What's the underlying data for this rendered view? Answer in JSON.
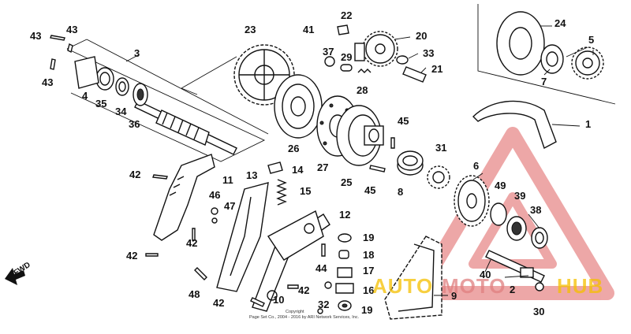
{
  "callouts": [
    {
      "id": "c1",
      "label": "1"
    },
    {
      "id": "c2",
      "label": "2"
    },
    {
      "id": "c3",
      "label": "3"
    },
    {
      "id": "c4",
      "label": "4"
    },
    {
      "id": "c5",
      "label": "5"
    },
    {
      "id": "c6",
      "label": "6"
    },
    {
      "id": "c7",
      "label": "7"
    },
    {
      "id": "c8",
      "label": "8"
    },
    {
      "id": "c9",
      "label": "9"
    },
    {
      "id": "c10",
      "label": "10"
    },
    {
      "id": "c11",
      "label": "11"
    },
    {
      "id": "c12",
      "label": "12"
    },
    {
      "id": "c13",
      "label": "13"
    },
    {
      "id": "c14",
      "label": "14"
    },
    {
      "id": "c15",
      "label": "15"
    },
    {
      "id": "c16",
      "label": "16"
    },
    {
      "id": "c17",
      "label": "17"
    },
    {
      "id": "c18",
      "label": "18"
    },
    {
      "id": "c19a",
      "label": "19"
    },
    {
      "id": "c19b",
      "label": "19"
    },
    {
      "id": "c20",
      "label": "20"
    },
    {
      "id": "c21",
      "label": "21"
    },
    {
      "id": "c22",
      "label": "22"
    },
    {
      "id": "c23",
      "label": "23"
    },
    {
      "id": "c24",
      "label": "24"
    },
    {
      "id": "c25",
      "label": "25"
    },
    {
      "id": "c26",
      "label": "26"
    },
    {
      "id": "c27",
      "label": "27"
    },
    {
      "id": "c28",
      "label": "28"
    },
    {
      "id": "c29",
      "label": "29"
    },
    {
      "id": "c30",
      "label": "30"
    },
    {
      "id": "c31",
      "label": "31"
    },
    {
      "id": "c32",
      "label": "32"
    },
    {
      "id": "c33",
      "label": "33"
    },
    {
      "id": "c34",
      "label": "34"
    },
    {
      "id": "c35",
      "label": "35"
    },
    {
      "id": "c36",
      "label": "36"
    },
    {
      "id": "c37",
      "label": "37"
    },
    {
      "id": "c38",
      "label": "38"
    },
    {
      "id": "c39",
      "label": "39"
    },
    {
      "id": "c40",
      "label": "40"
    },
    {
      "id": "c41",
      "label": "41"
    },
    {
      "id": "c42a",
      "label": "42"
    },
    {
      "id": "c42b",
      "label": "42"
    },
    {
      "id": "c42c",
      "label": "42"
    },
    {
      "id": "c42d",
      "label": "42"
    },
    {
      "id": "c42e",
      "label": "42"
    },
    {
      "id": "c43a",
      "label": "43"
    },
    {
      "id": "c43b",
      "label": "43"
    },
    {
      "id": "c43c",
      "label": "43"
    },
    {
      "id": "c44",
      "label": "44"
    },
    {
      "id": "c45a",
      "label": "45"
    },
    {
      "id": "c45b",
      "label": "45"
    },
    {
      "id": "c46",
      "label": "46"
    },
    {
      "id": "c47",
      "label": "47"
    },
    {
      "id": "c48",
      "label": "48"
    },
    {
      "id": "c49",
      "label": "49"
    }
  ],
  "direction_label": "FWD",
  "watermark": {
    "part1": "AUTO",
    "part2": "MOTO",
    "part3": "HUB",
    "color_primary": "#f5c000",
    "color_secondary": "#e08080"
  },
  "copyright": {
    "line1": "Copyright",
    "line2": "Page Set Co., 2004 - 2016 by ARI Network Services, Inc."
  }
}
